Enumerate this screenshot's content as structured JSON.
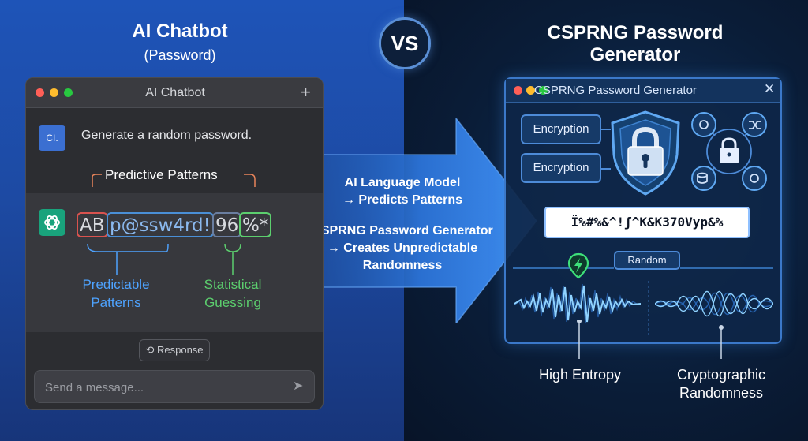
{
  "header": {
    "left_title": "AI Chatbot",
    "left_subtitle": "(Password)",
    "vs": "VS",
    "right_title": "CSPRNG Password Generator"
  },
  "chat_window": {
    "title": "AI Chatbot",
    "plus": "+",
    "user_avatar": "CI.",
    "user_message": "Generate a random password.",
    "predictive_patterns_label": "Predictive Patterns",
    "password_parts": [
      "AB",
      "p@ssw4rd!",
      "96",
      "%*"
    ],
    "predictable_patterns_label": "Predictable Patterns",
    "statistical_guessing_label": "Statistical Guessing",
    "response_button": "Response",
    "message_placeholder": "Send a message...",
    "send_icon": "send-icon"
  },
  "arrow": {
    "line1": "AI Language Model",
    "line2": "→ Predicts Patterns",
    "line3": "CSPRNG Password Generator",
    "line4": "→ Creates Unpredictable",
    "line5": "Randomness"
  },
  "generator_window": {
    "title": "CSPRNG Password Generator",
    "close": "✕",
    "encryption_1": "Encryption",
    "encryption_2": "Encryption",
    "password": "Ï%#%&^!ʃ^K&K370Vyp&%",
    "random_label": "Random"
  },
  "bottom_labels": {
    "high_entropy": "High Entropy",
    "crypto_randomness": "Cryptographic Randomness"
  },
  "colors": {
    "left_bg": "#1e54b8",
    "right_bg": "#0a1d38",
    "red_highlight": "#d9534f",
    "blue_highlight": "#4ea3ff",
    "green_highlight": "#5ccf6e",
    "accent": "#3b78c9"
  }
}
